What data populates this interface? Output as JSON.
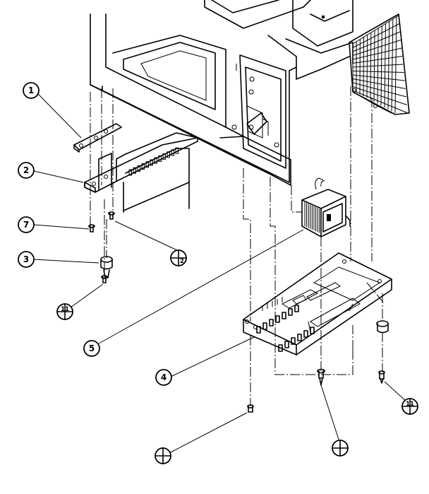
{
  "callouts": {
    "c1": "1",
    "c2": "2",
    "c3": "3",
    "c4": "4",
    "c5": "5",
    "c7": "7",
    "ref_a": "2",
    "ref_b": "11",
    "ref_c": "11"
  },
  "ground_symbols": [
    "crosshair-circle-icon"
  ],
  "colors": {
    "ink": "#000000",
    "paper": "#ffffff"
  }
}
